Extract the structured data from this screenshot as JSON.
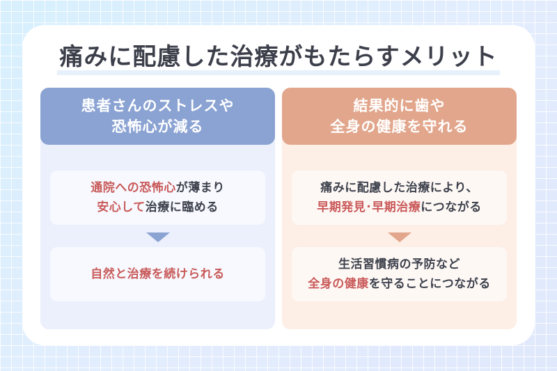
{
  "title": "痛みに配慮した治療がもたらすメリット",
  "colors": {
    "left_accent": "#8ba3d3",
    "right_accent": "#e2a68c",
    "highlight_text": "#c95a5a",
    "body_text": "#3e424d"
  },
  "left": {
    "header": {
      "line1": "患者さんのストレスや",
      "line2": "恐怖心が減る"
    },
    "box1": {
      "line1_highlight": "通院への恐怖心",
      "line1_rest": "が薄まり",
      "line2_highlight": "安心して",
      "line2_rest": "治療に臨める"
    },
    "arrow_icon": "down-triangle",
    "box2": {
      "line1_highlight": "自然と治療を続けられる"
    }
  },
  "right": {
    "header": {
      "line1": "結果的に歯や",
      "line2": "全身の健康を守れる"
    },
    "box1": {
      "line1_rest": "痛みに配慮した治療により、",
      "line2_highlight": "早期発見･早期治療",
      "line2_rest": "につながる"
    },
    "arrow_icon": "down-triangle",
    "box2": {
      "line1_rest": "生活習慣病の予防など",
      "line2_highlight": "全身の健康",
      "line2_rest": "を守ることにつながる"
    }
  }
}
